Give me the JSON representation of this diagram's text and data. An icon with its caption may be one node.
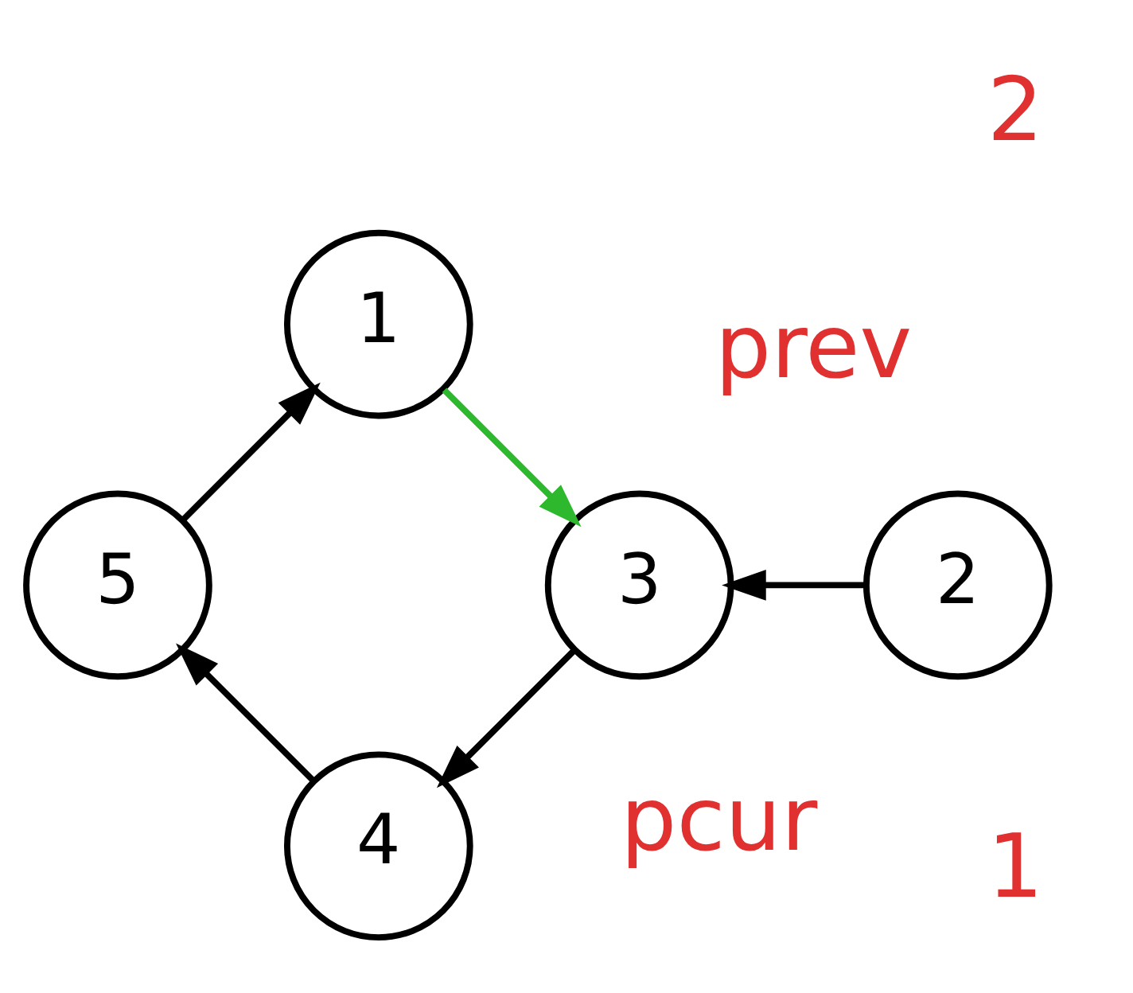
{
  "diagram": {
    "nodes": [
      {
        "text": [
          "1"
        ]
      },
      {
        "text": [
          "2"
        ]
      },
      {
        "text": [
          "3"
        ]
      },
      {
        "text": [
          "4"
        ]
      },
      {
        "text": [
          "5"
        ]
      }
    ],
    "edges": [
      {
        "from": 1,
        "to": 2,
        "arrow": "to"
      },
      {
        "from": 0,
        "to": 2,
        "arrow": "to",
        "color": "#2db82d"
      },
      {
        "from": 2,
        "to": 3,
        "arrow": "to"
      },
      {
        "from": 3,
        "to": 4,
        "arrow": "to"
      },
      {
        "from": 4,
        "to": 0,
        "arrow": "to"
      }
    ],
    "labels": [
      "prev",
      "1",
      "2",
      "pcur"
    ]
  }
}
